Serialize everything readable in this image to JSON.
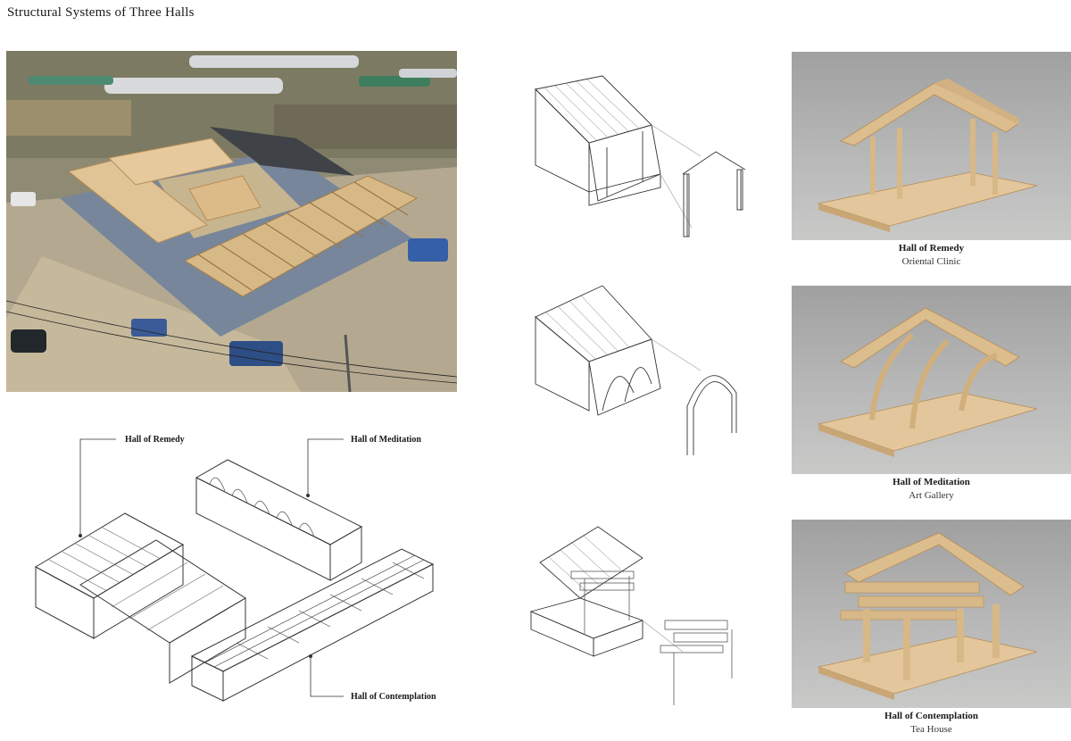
{
  "title": "Structural Systems of Three Halls",
  "plan_labels": {
    "remedy": "Hall of Remedy",
    "meditation": "Hall of Meditation",
    "contemplation": "Hall of Contemplation"
  },
  "halls": [
    {
      "name": "Hall of Remedy",
      "use": "Oriental Clinic"
    },
    {
      "name": "Hall of Meditation",
      "use": "Art Gallery"
    },
    {
      "name": "Hall of Contemplation",
      "use": "Tea House"
    }
  ],
  "colors": {
    "timber": "#e1c496",
    "timber_dark": "#b68d57",
    "roof_slate": "#3f4247",
    "model_bg": "#b3b4b3",
    "line": "#333333"
  }
}
